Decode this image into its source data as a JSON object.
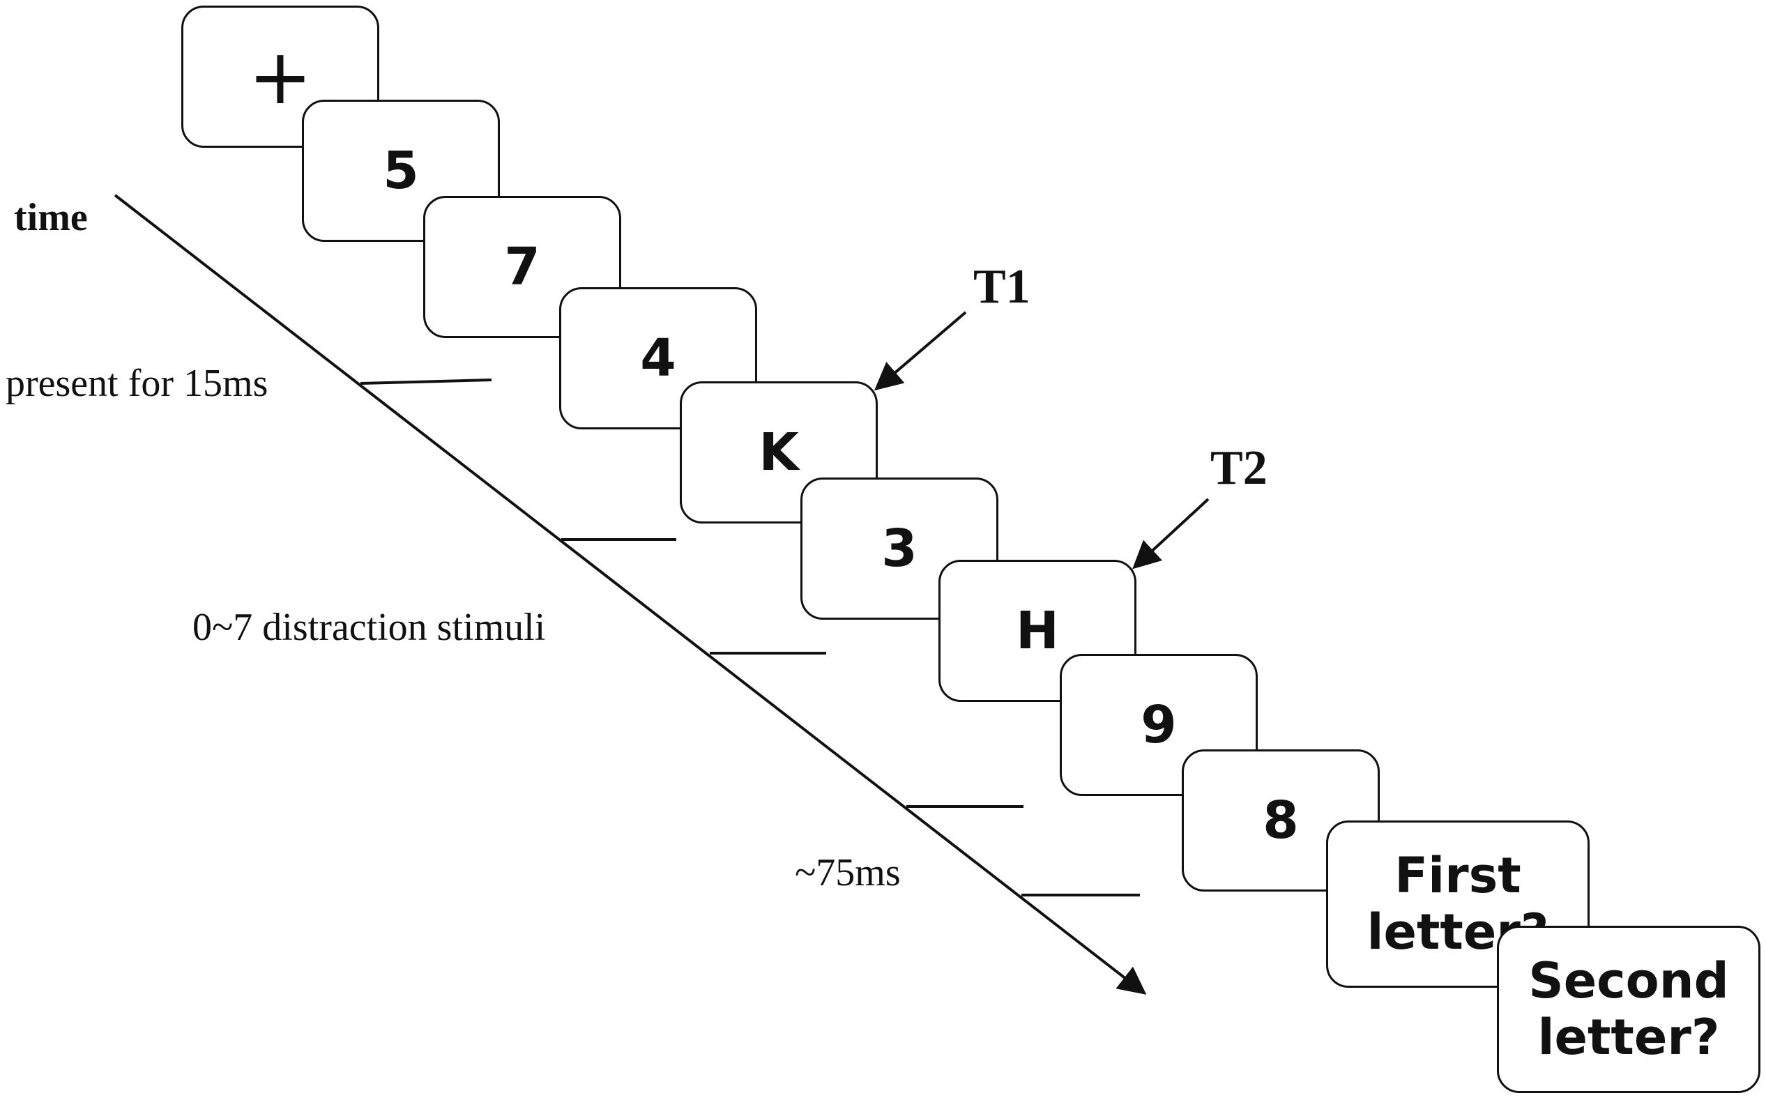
{
  "time_label": "time",
  "labels": {
    "present": "present for 15ms",
    "distraction": "0~7 distraction stimuli",
    "interval": "~75ms"
  },
  "targets": {
    "t1": "T1",
    "t2": "T2"
  },
  "frames": [
    "+",
    "5",
    "7",
    "4",
    "K",
    "3",
    "H",
    "9",
    "8",
    "First\nletter?",
    "Second\nletter?"
  ]
}
